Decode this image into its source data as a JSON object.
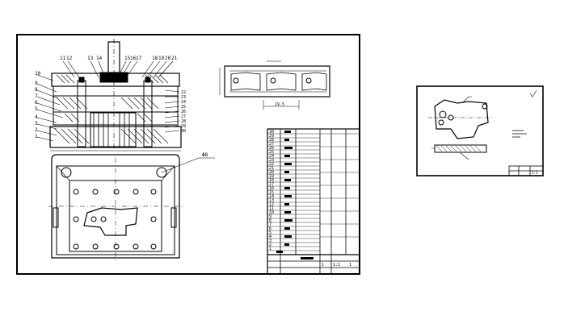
{
  "main_sheet": {
    "callouts_top": [
      "11",
      "12",
      "13",
      "14",
      "15",
      "16",
      "17",
      "18",
      "19",
      "20",
      "21"
    ],
    "callouts_left": [
      "10",
      "9",
      "8",
      "7",
      "6",
      "5",
      "4",
      "3",
      "2",
      "1"
    ],
    "callouts_right": [
      "22",
      "23",
      "24",
      "25",
      "26",
      "27",
      "28",
      "29",
      "30"
    ],
    "bolt_dim": "Φ8",
    "strip_dim": "19.5"
  },
  "bom": {
    "item_numbers": [
      "30",
      "29",
      "28",
      "27",
      "26",
      "25",
      "24",
      "23",
      "22",
      "21",
      "20",
      "19",
      "18",
      "17",
      "16",
      "15",
      "14",
      "13",
      "12",
      "11",
      "10",
      "9",
      "8",
      "7",
      "6",
      "5",
      "4",
      "3",
      "2",
      "1"
    ],
    "title_block": {
      "scale": "1:1",
      "sheet": "1",
      "of": "1"
    }
  },
  "part_sheet": {
    "note": "",
    "scale": "1:1"
  },
  "colors": {
    "line": "#000000",
    "paper": "#ffffff"
  }
}
